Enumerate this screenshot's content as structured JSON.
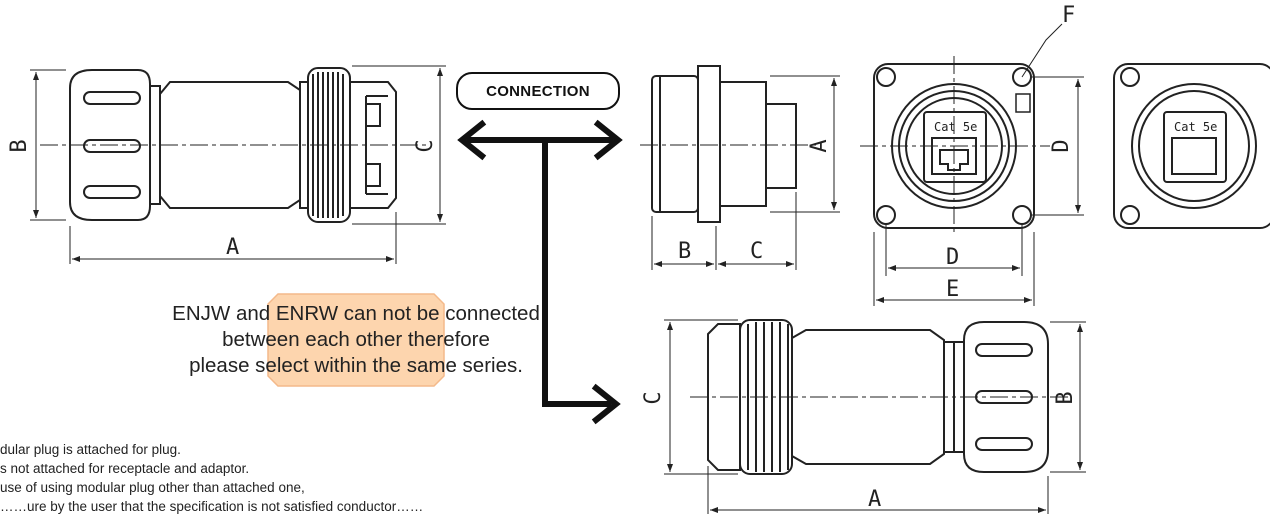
{
  "connection_label": "CONNECTION",
  "compatibility_note": {
    "line1": "ENJW and ENRW can not be connected",
    "line2": "between each other therefore",
    "line3": "please select within the same series."
  },
  "footnotes": [
    "dular plug is attached for plug.",
    "s not attached for receptacle and adaptor.",
    "use of using modular plug other than attached one,",
    "……ure by the user that the specification is not satisfied conductor……"
  ],
  "insert_marking": "Cat 5e",
  "dimension_labels": {
    "plug_left": {
      "length": "A",
      "diameter": "B",
      "coupling": "C"
    },
    "receptacle_side": {
      "diameter": "A",
      "flange": "B",
      "body": "C"
    },
    "receptacle_front": {
      "mount_pitch": "D",
      "mount_pitch_vertical": "D",
      "flange_width": "E",
      "hole": "F"
    },
    "plug_bottom": {
      "length": "A",
      "diameter": "B",
      "coupling": "C"
    }
  },
  "colors": {
    "line": "#222222",
    "arrow": "#111111",
    "note_fill": "#fdd5ae",
    "note_border": "#f4b98a"
  }
}
